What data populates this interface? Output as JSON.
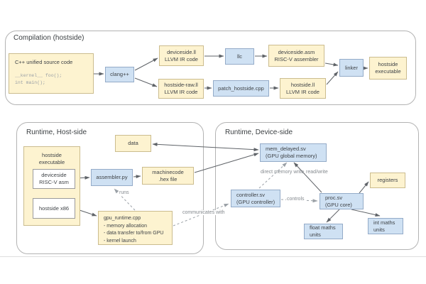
{
  "diagram": {
    "sections": {
      "compilation": {
        "title": "Compilation (hostside)"
      },
      "runtime_host": {
        "title": "Runtime, Host-side"
      },
      "runtime_device": {
        "title": "Runtime, Device-side"
      }
    },
    "nodes": {
      "cpp_source": {
        "title": "C++ unified source code",
        "code_line1": "__kernel__ foo();",
        "code_line2": "int main();"
      },
      "clang": {
        "label": "clang++"
      },
      "deviceside_ll": {
        "line1": "deviceside.ll",
        "line2": "LLVM IR code"
      },
      "hostside_raw_ll": {
        "line1": "hostside-raw.ll",
        "line2": "LLVM IR code"
      },
      "llc": {
        "label": "llc"
      },
      "deviceside_asm": {
        "line1": "deviceside.asm",
        "line2": "RISC-V assembler"
      },
      "patch_hostside": {
        "label": "patch_hostside.cpp"
      },
      "hostside_ll": {
        "line1": "hostside.ll",
        "line2": "LLVM IR code"
      },
      "linker": {
        "label": "linker"
      },
      "hostside_executable_out": {
        "line1": "hostside",
        "line2": "executable"
      },
      "data": {
        "label": "data"
      },
      "hostside_executable_rt": {
        "title_line1": "hostside",
        "title_line2": "executable",
        "sub_deviceside_line1": "deviceside",
        "sub_deviceside_line2": "RISC-V asm",
        "sub_x86": "hostside x86"
      },
      "assembler_py": {
        "label": "assembler.py"
      },
      "machinecode": {
        "line1": "machinecode",
        "line2": ".hex file"
      },
      "gpu_runtime": {
        "title": "gpu_runtime.cpp",
        "bullet1": "- memory allocation",
        "bullet2": "- data transfer to/from GPU",
        "bullet3": "- kernel launch"
      },
      "mem_delayed": {
        "line1": "mem_delayed.sv",
        "line2": "(GPU global memory)"
      },
      "registers": {
        "label": "registers"
      },
      "controller": {
        "line1": "controller.sv",
        "line2": "(GPU controller)"
      },
      "proc": {
        "line1": "proc.sv",
        "line2": "(GPU core)"
      },
      "float_maths": {
        "line1": "float maths",
        "line2": "units"
      },
      "int_maths": {
        "line1": "int maths",
        "line2": "units"
      }
    },
    "edge_labels": {
      "runs": "runs",
      "communicates_with": "communicates with",
      "dmw_line1": "direct",
      "dmw_line2": "memory",
      "dmw_line3": "write",
      "read_write": "read/write",
      "controls": "controls"
    },
    "colors": {
      "yellow_fill": "#fdf3d0",
      "yellow_border": "#cbbc8e",
      "blue_fill": "#cfe1f3",
      "blue_border": "#94abc8",
      "container_border": "#b3b3b3",
      "solid_arrow": "#5f6368",
      "dashed_arrow": "#9aa0a6"
    }
  }
}
